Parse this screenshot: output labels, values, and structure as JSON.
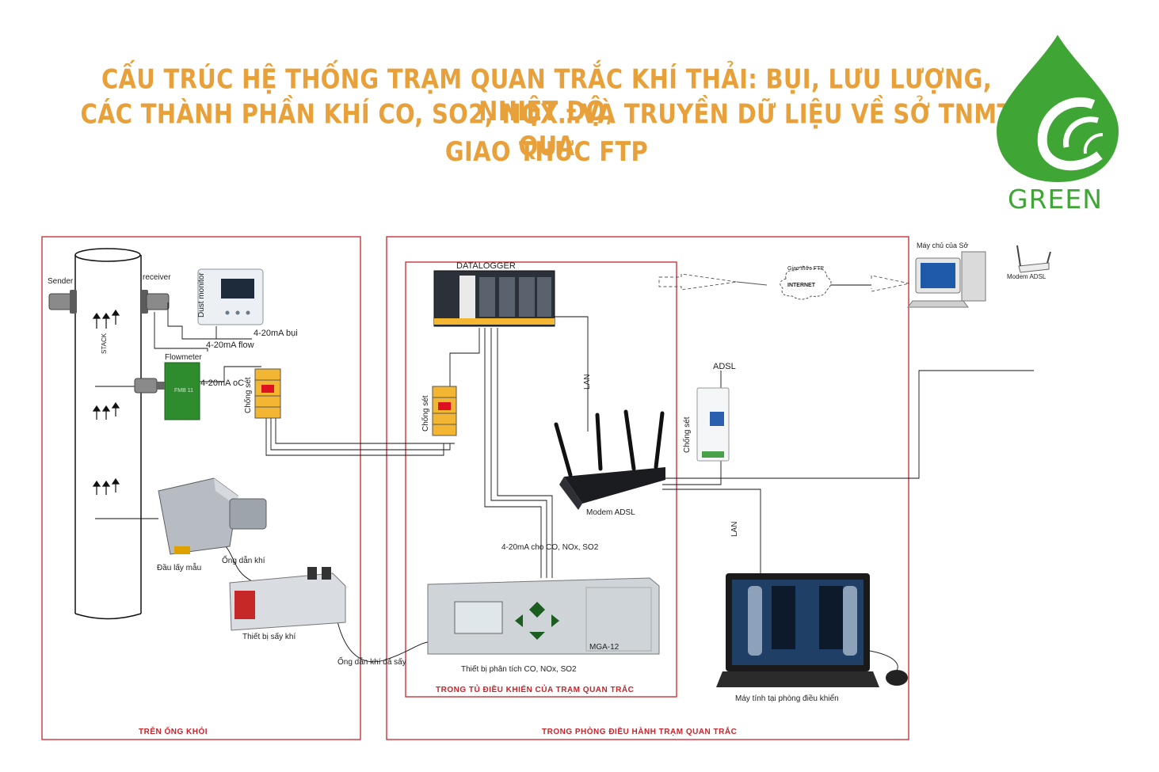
{
  "title": {
    "line1": "CẤU TRÚC HỆ THỐNG TRẠM QUAN TRẮC KHÍ THẢI: BỤI, LƯU LƯỢNG, NHIỆT ĐỘ,",
    "line2": "CÁC THÀNH PHẦN KHÍ CO, SO2, NOX…VÀ TRUYỀN DỮ LIỆU VỀ SỞ TNMT QUA",
    "line3": "GIAO THỨC FTP"
  },
  "logo": {
    "text": "GREEN"
  },
  "stack_section": {
    "footer": "TRÊN ỐNG KHÓI",
    "stack_label": "STACK",
    "sender": "Sender",
    "receiver": "receiver",
    "dust_monitor": "Dust monitor",
    "signal_dust": "4-20mA bụi",
    "signal_flow": "4-20mA flow",
    "flowmeter": "Flowmeter",
    "flowmeter_model": "FMB 11",
    "signal_temp": "4-20mA oC",
    "surge1": "Chống sét",
    "probe": "Đầu lấy mẫu",
    "gas_tube": "Ống dẫn khí",
    "dryer": "Thiết bị sấy khí",
    "dried_tube": "Ống dẫn khí đã sấy"
  },
  "control_room": {
    "footer": "TRONG PHÒNG ĐIỀU HÀNH TRẠM QUAN TRẮC",
    "cabinet_footer": "TRONG TỦ ĐIỀU KHIỂN CỦA TRẠM QUAN TRẮC",
    "datalogger": "DATALOGGER",
    "surge2": "Chống sét",
    "lan1": "LAN",
    "router": "Modem ADSL",
    "signal_gas": "4-20mA cho CO, NOx, SO2",
    "analyzer": "Thiết bị phân tích CO, NOx, SO2",
    "analyzer_model": "MGA-12",
    "adsl": "ADSL",
    "surge3": "Chống sét",
    "lan2": "LAN",
    "computer": "Máy tính tại phòng điều khiển"
  },
  "remote": {
    "ftp": "Giao thức FTP",
    "internet": "INTERNET",
    "server": "Máy chủ của Sở",
    "modem": "Modem ADSL"
  },
  "colors": {
    "title": "#E8A13A",
    "frame": "#C8242B",
    "logo_green": "#3FA535",
    "equipment_green": "#2E8B2E",
    "surge_yellow": "#F2B632"
  },
  "icons": [
    "green-logo-icon",
    "stack-icon",
    "router-icon",
    "server-icon",
    "cloud-icon",
    "laptop-icon"
  ]
}
